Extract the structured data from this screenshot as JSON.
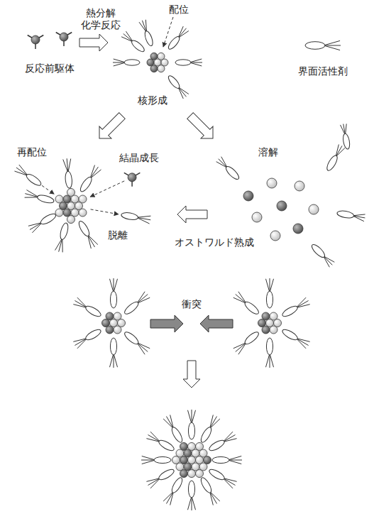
{
  "diagram": {
    "labels": [
      "熱分解 化学反応",
      "配位",
      "反応前駆体",
      "界面活性剤",
      "核形成",
      "再配位",
      "結晶成長",
      "溶解",
      "脱離",
      "オストワルド熟成",
      "衝突"
    ]
  }
}
